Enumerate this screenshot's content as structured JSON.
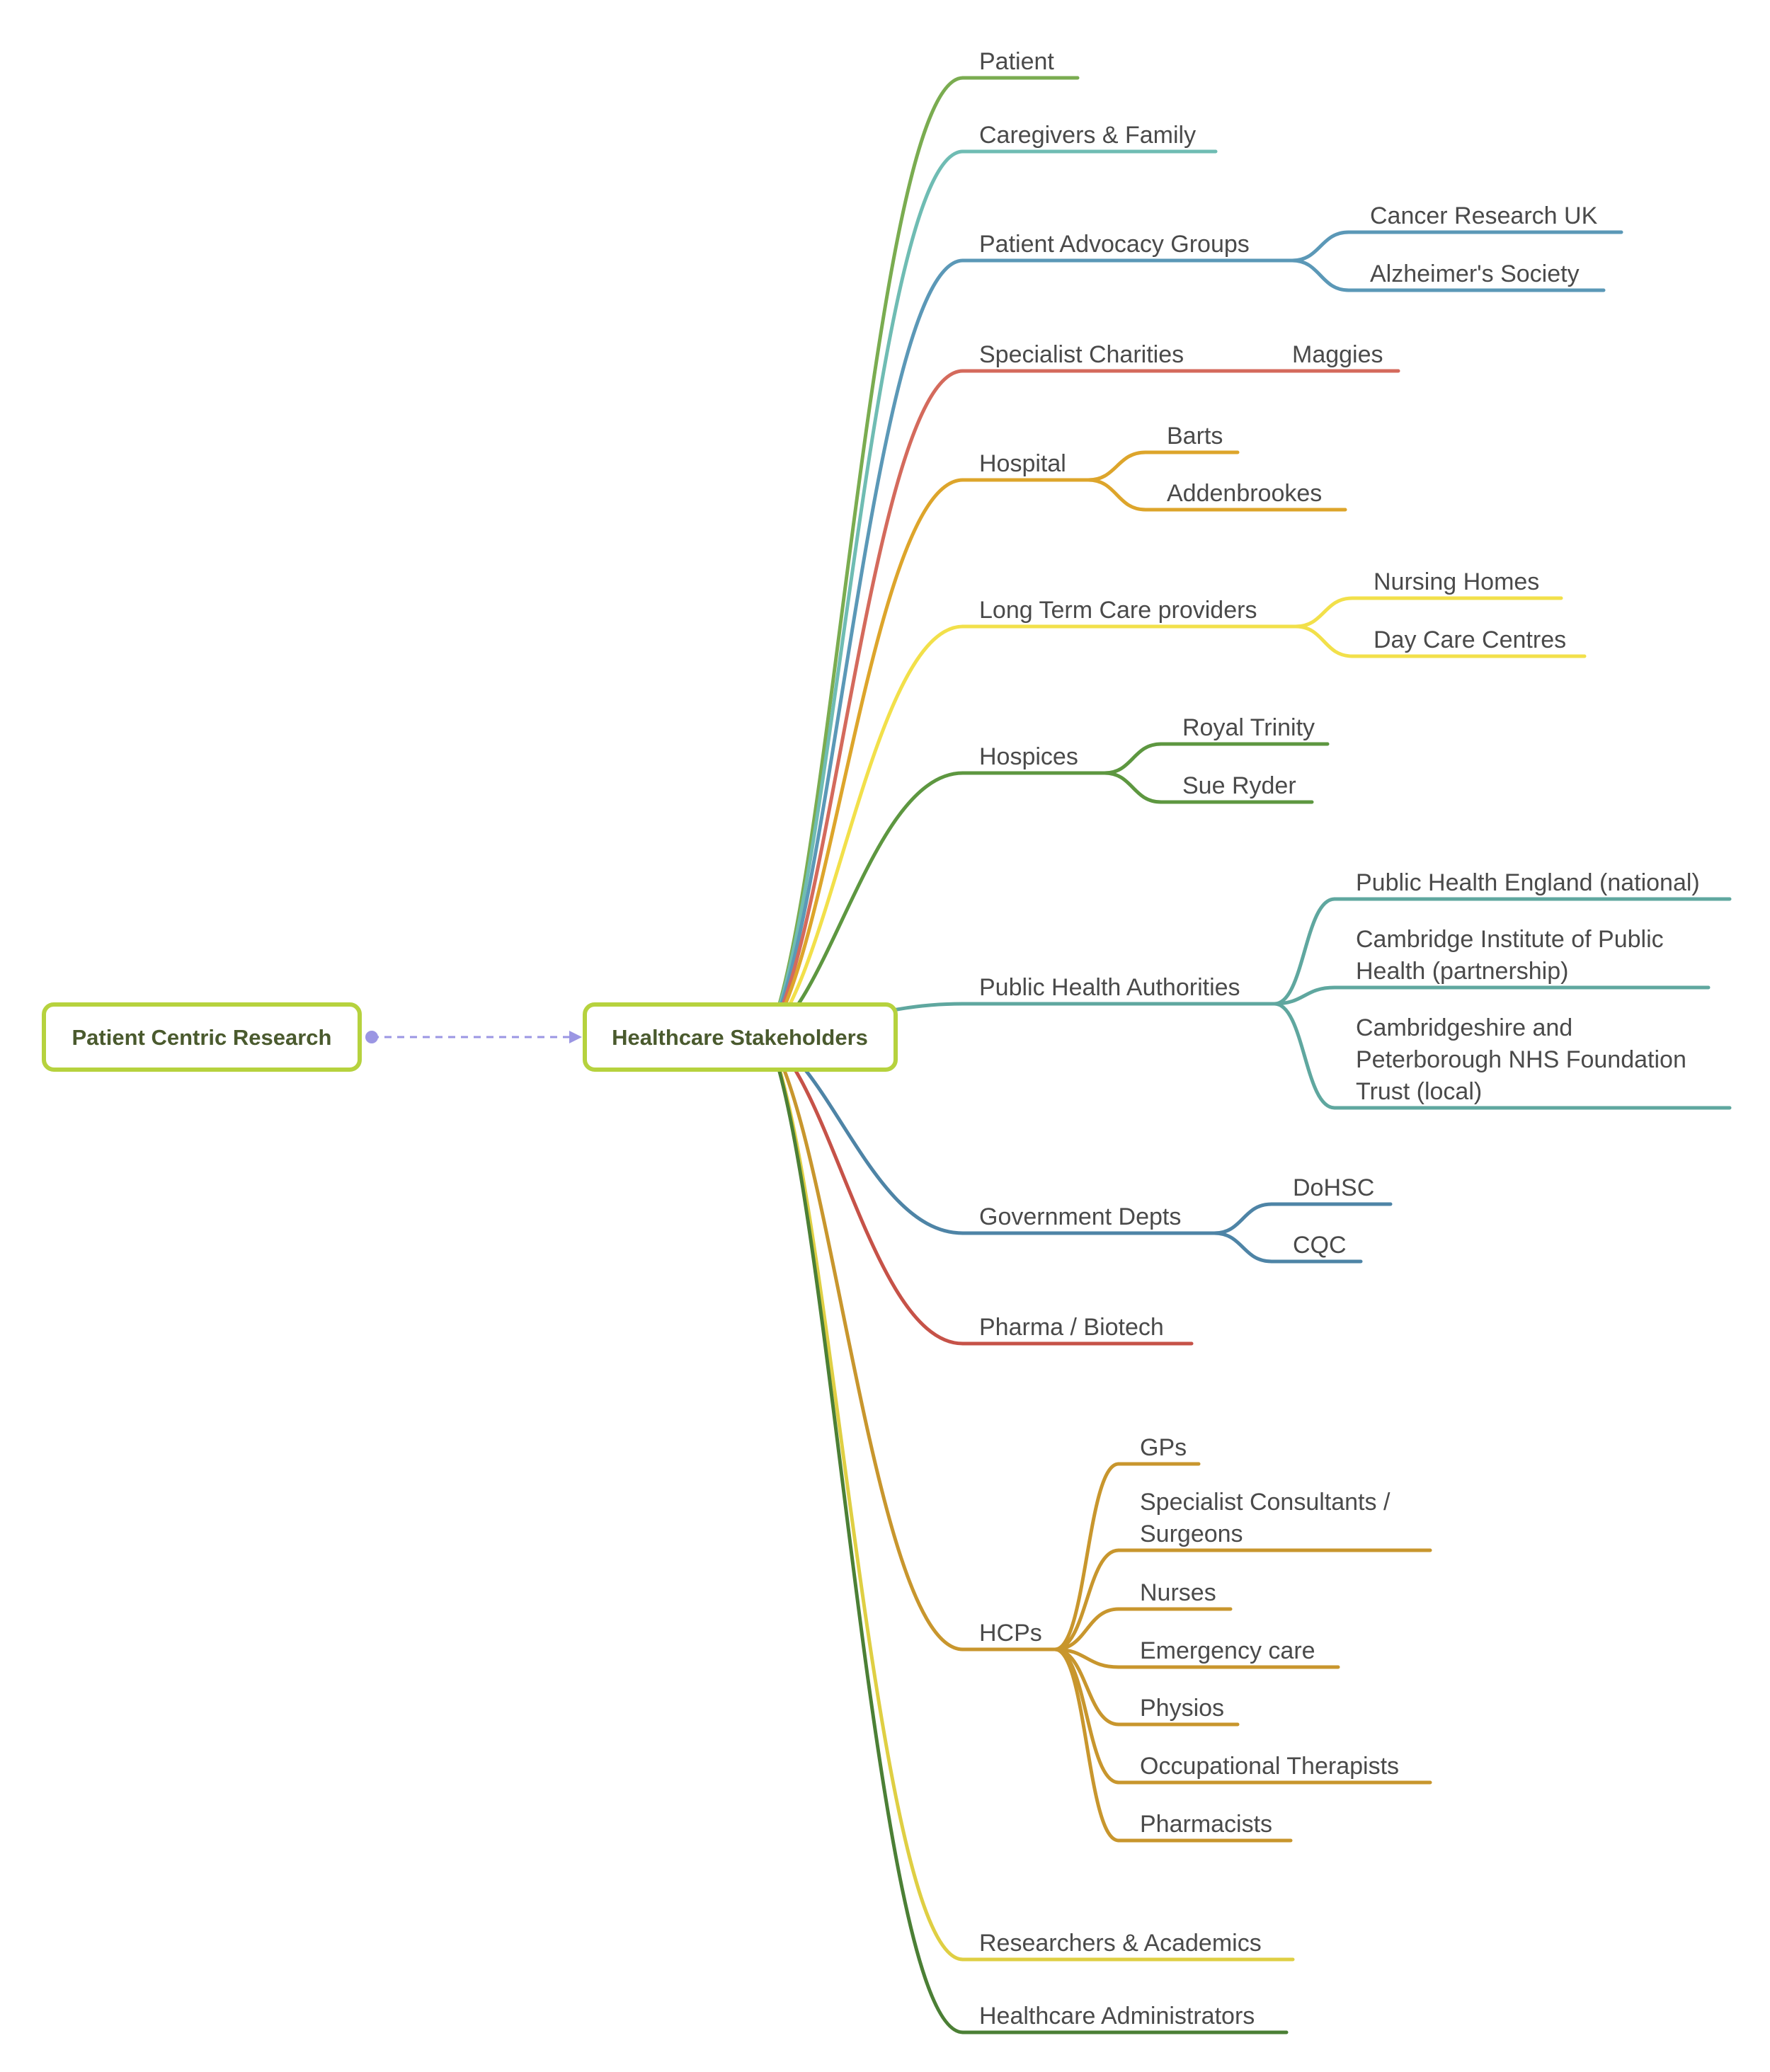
{
  "root": {
    "label": "Patient Centric Research"
  },
  "hub": {
    "label": "Healthcare Stakeholders"
  },
  "colors": {
    "root_border": "#b6d23e",
    "connector": "#9b96e3",
    "text": "#4a4a4a",
    "root_text": "#4a5a2e"
  },
  "branches": [
    {
      "id": "patient",
      "label": [
        "Patient"
      ],
      "color": "#7aac50",
      "children": []
    },
    {
      "id": "caregivers",
      "label": [
        "Caregivers & Family"
      ],
      "color": "#6fbcb3",
      "children": []
    },
    {
      "id": "advocacy",
      "label": [
        "Patient Advocacy Groups"
      ],
      "color": "#5b98b7",
      "children": [
        {
          "label": [
            "Cancer Research UK"
          ]
        },
        {
          "label": [
            "Alzheimer's Society"
          ]
        }
      ]
    },
    {
      "id": "charities",
      "label": [
        "Specialist Charities"
      ],
      "color": "#d46a5c",
      "children": [
        {
          "label": [
            "Maggies"
          ]
        }
      ]
    },
    {
      "id": "hospital",
      "label": [
        "Hospital"
      ],
      "color": "#dda52b",
      "children": [
        {
          "label": [
            "Barts"
          ]
        },
        {
          "label": [
            "Addenbrookes"
          ]
        }
      ]
    },
    {
      "id": "longterm",
      "label": [
        "Long Term Care providers"
      ],
      "color": "#f2e04a",
      "children": [
        {
          "label": [
            "Nursing Homes"
          ]
        },
        {
          "label": [
            "Day Care Centres"
          ]
        }
      ]
    },
    {
      "id": "hospices",
      "label": [
        "Hospices"
      ],
      "color": "#5d9740",
      "children": [
        {
          "label": [
            "Royal Trinity"
          ]
        },
        {
          "label": [
            "Sue Ryder"
          ]
        }
      ]
    },
    {
      "id": "publichealth",
      "label": [
        "Public Health Authorities"
      ],
      "color": "#5fa79f",
      "children": [
        {
          "label": [
            "Public Health England (national)"
          ]
        },
        {
          "label": [
            "Cambridge Institute of Public",
            "Health (partnership)"
          ]
        },
        {
          "label": [
            "Cambridgeshire and",
            "Peterborough NHS Foundation",
            "Trust (local)"
          ]
        }
      ]
    },
    {
      "id": "government",
      "label": [
        "Government Depts"
      ],
      "color": "#4e84a6",
      "children": [
        {
          "label": [
            "DoHSC"
          ]
        },
        {
          "label": [
            "CQC"
          ]
        }
      ]
    },
    {
      "id": "pharma",
      "label": [
        "Pharma / Biotech"
      ],
      "color": "#c65248",
      "children": []
    },
    {
      "id": "hcps",
      "label": [
        "HCPs"
      ],
      "color": "#c8962d",
      "children": [
        {
          "label": [
            "GPs"
          ]
        },
        {
          "label": [
            "Specialist Consultants /",
            "Surgeons"
          ]
        },
        {
          "label": [
            "Nurses"
          ]
        },
        {
          "label": [
            "Emergency care"
          ]
        },
        {
          "label": [
            "Physios"
          ]
        },
        {
          "label": [
            "Occupational Therapists"
          ]
        },
        {
          "label": [
            "Pharmacists"
          ]
        }
      ]
    },
    {
      "id": "researchers",
      "label": [
        "Researchers & Academics"
      ],
      "color": "#dfcf43",
      "children": []
    },
    {
      "id": "administrators",
      "label": [
        "Healthcare Administrators"
      ],
      "color": "#4b7f35",
      "children": []
    }
  ]
}
